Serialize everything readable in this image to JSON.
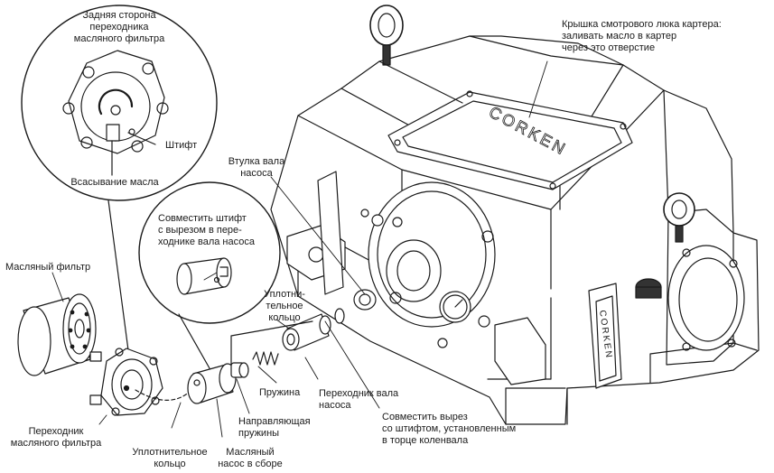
{
  "figure": {
    "inset_top": {
      "title": "Задняя сторона\nпереходника\nмасляного фильтра",
      "pin_label": "Штифт",
      "suction_label": "Всасывание масла"
    },
    "inset_mid": {
      "note": "Совместить штифт\nс вырезом в пере-\nходнике вала насоса"
    },
    "labels": {
      "crankcase_cover": "Крышка смотрового люка картера:\nзаливать масло в картер\nчерез это отверстие",
      "pump_bushing": "Втулка вала\nнасоса",
      "oil_filter": "Масляный фильтр",
      "oring_top": "Уплотни-\nтельное\nкольцо",
      "spring": "Пружина",
      "shaft_adapter": "Переходник вала\nнасоса",
      "spring_guide": "Направляющая\nпружины",
      "align_notch": "Совместить вырез\nсо штифтом, установленным\nв торце коленвала",
      "filter_adapter": "Переходник\nмасляного фильтра",
      "oring_bottom": "Уплотнительное\nкольцо",
      "pump_assembly": "Масляный\nнасос в сборе"
    },
    "brand_top": "CORKEN",
    "brand_side": "CORKEN"
  },
  "colors": {
    "ink": "#1a1a1a",
    "paper": "#ffffff",
    "shade": "#d9d9d9",
    "dark": "#333333"
  }
}
